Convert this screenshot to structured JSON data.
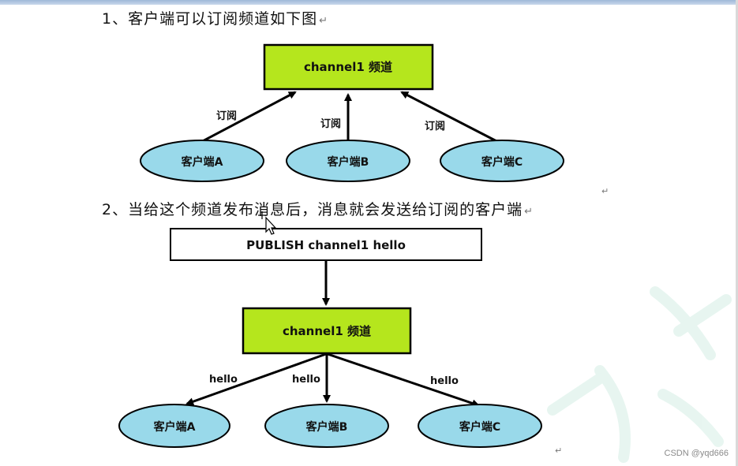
{
  "section1": {
    "heading": "1、客户端可以订阅频道如下图"
  },
  "section2": {
    "heading": "2、当给这个频道发布消息后，消息就会发送给订阅的客户端"
  },
  "diagram1": {
    "channel": "channel1 频道",
    "clients": [
      "客户端A",
      "客户端B",
      "客户端C"
    ],
    "edge_labels": [
      "订阅",
      "订阅",
      "订阅"
    ]
  },
  "diagram2": {
    "command": "PUBLISH channel1 hello",
    "channel": "channel1 频道",
    "clients": [
      "客户端A",
      "客户端B",
      "客户端C"
    ],
    "edge_labels": [
      "hello",
      "hello",
      "hello"
    ]
  },
  "colors": {
    "channel_fill": "#b5e61d",
    "client_fill": "#99d9ea",
    "stroke": "#000000"
  },
  "footer": {
    "watermark": "CSDN @yqd666"
  }
}
